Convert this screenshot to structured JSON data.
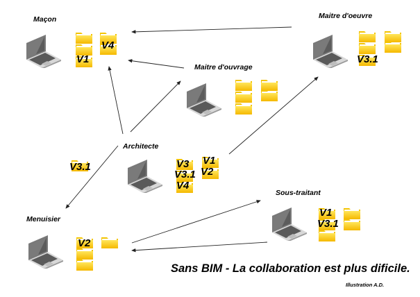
{
  "title": "Sans BIM - La collaboration est plus dificile.",
  "credit": "Illustration A.D.",
  "colors": {
    "folder_light": "#FFE65A",
    "folder_dark": "#F5B800",
    "laptop_body": "#7a7a7a",
    "laptop_screen": "#5c5c5c",
    "arrow": "#222222"
  },
  "actors": [
    {
      "id": "macon",
      "name": "Maçon",
      "versions": [
        "V1",
        "V4"
      ]
    },
    {
      "id": "maitre-oeuvre",
      "name": "Maitre d'oeuvre",
      "versions": [
        "V3.1"
      ]
    },
    {
      "id": "maitre-ouvrage",
      "name": "Maitre d'ouvrage",
      "versions": []
    },
    {
      "id": "architecte",
      "name": "Architecte",
      "versions": [
        "V3",
        "V3.1",
        "V4",
        "V1",
        "V2"
      ]
    },
    {
      "id": "sous-traitant",
      "name": "Sous-traitant",
      "versions": [
        "V1",
        "V3.1"
      ]
    },
    {
      "id": "menuisier",
      "name": "Menuisier",
      "versions": [
        "V2"
      ]
    }
  ],
  "floating_file": {
    "version": "V3.1"
  },
  "arrows": [
    {
      "from": "maitre-oeuvre",
      "to": "macon"
    },
    {
      "from": "maitre-ouvrage",
      "to": "macon"
    },
    {
      "from": "architecte",
      "to": "macon"
    },
    {
      "from": "architecte",
      "to": "maitre-ouvrage"
    },
    {
      "from": "architecte",
      "to": "maitre-oeuvre"
    },
    {
      "from": "architecte",
      "to": "menuisier"
    },
    {
      "from": "menuisier",
      "to": "sous-traitant"
    },
    {
      "from": "sous-traitant",
      "to": "menuisier"
    }
  ]
}
